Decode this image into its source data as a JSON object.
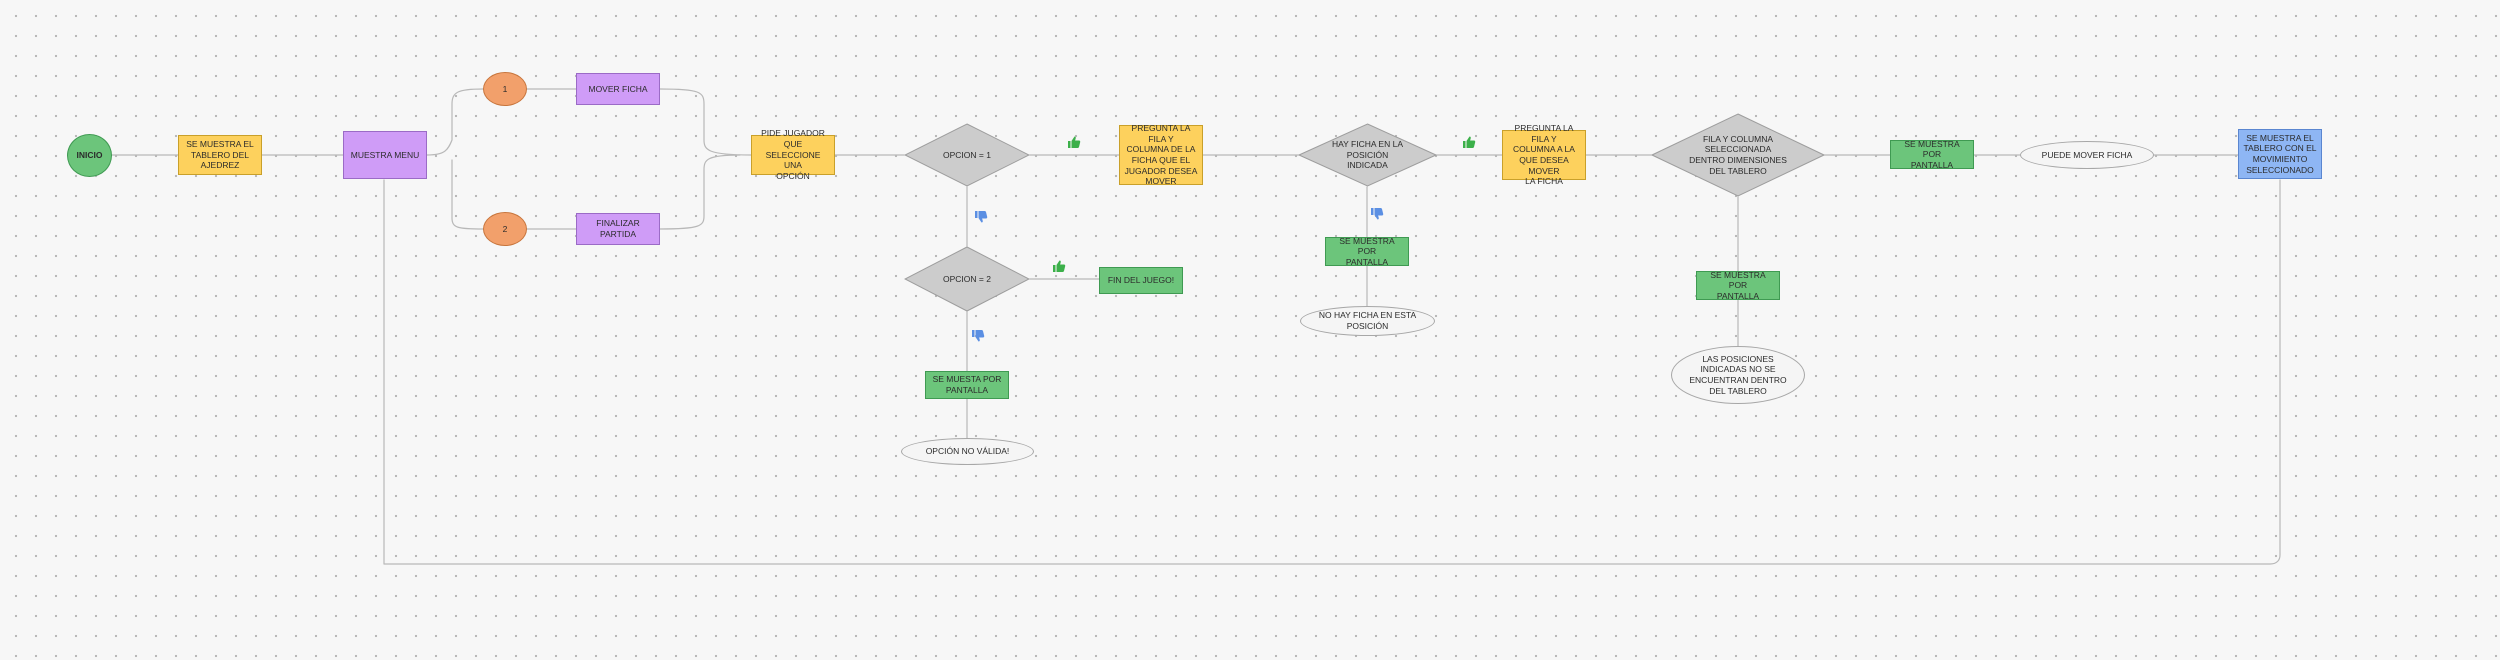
{
  "nodes": {
    "inicio": "INICIO",
    "tablero": "SE MUESTRA EL\nTABLERO DEL\nAJEDREZ",
    "menu": "MUESTRA MENU",
    "opt1": "1",
    "opt2": "2",
    "mover_ficha": "MOVER FICHA",
    "finalizar": "FINALIZAR PARTIDA",
    "pide_opcion": "PIDE JUGADOR QUE\nSELECCIONE UNA\nOPCIÓN",
    "opcion1": "OPCION = 1",
    "opcion2": "OPCION = 2",
    "fin_juego": "FIN DEL JUEGO!",
    "muestra_pantalla_opc": "SE MUESTA POR\nPANTALLA",
    "opcion_no_valida": "OPCIÓN NO VÁLIDA!",
    "pregunta_ficha": "PREGUNTA LA FILA Y\nCOLUMNA DE LA\nFICHA QUE EL\nJUGADOR DESEA\nMOVER",
    "hay_ficha": "HAY FICHA EN LA\nPOSICIÓN\nINDICADA",
    "muestra_pantalla_ficha": "SE MUESTRA POR\nPANTALLA",
    "no_hay_ficha": "NO HAY FICHA EN ESTA\nPOSICIÓN",
    "pregunta_mover": "PREGUNTA LA FILA Y\nCOLUMNA A LA\nQUE DESEA MOVER\nLA FICHA",
    "dentro_dimensiones": "FILA Y COLUMNA\nSELECCIONADA\nDENTRO DIMENSIONES\nDEL TABLERO",
    "muestra_pantalla_dim": "SE MUESTRA POR\nPANTALLA",
    "fuera_tablero": "LAS POSICIONES\nINDICADAS NO SE\nENCUENTRAN DENTRO\nDEL TABLERO",
    "muestra_pantalla_ok": "SE MUESTRA POR\nPANTALLA",
    "puede_mover": "PUEDE MOVER FICHA",
    "tablero_final": "SE MUESTRA EL\nTABLERO CON EL\nMOVIMIENTO\nSELECCIONADO"
  },
  "icons": {
    "yes": "thumbs-up-icon",
    "no": "thumbs-down-icon"
  },
  "colors": {
    "yellow": "#fdd15d",
    "purple": "#cf9cf7",
    "green": "#6cc57b",
    "blue": "#8eb6f4",
    "orange": "#f2a06b",
    "grey_diamond": "#cccccc",
    "connector": "#b5b5b5",
    "thumb_up": "#3cb04a",
    "thumb_down": "#5b8fe3"
  }
}
